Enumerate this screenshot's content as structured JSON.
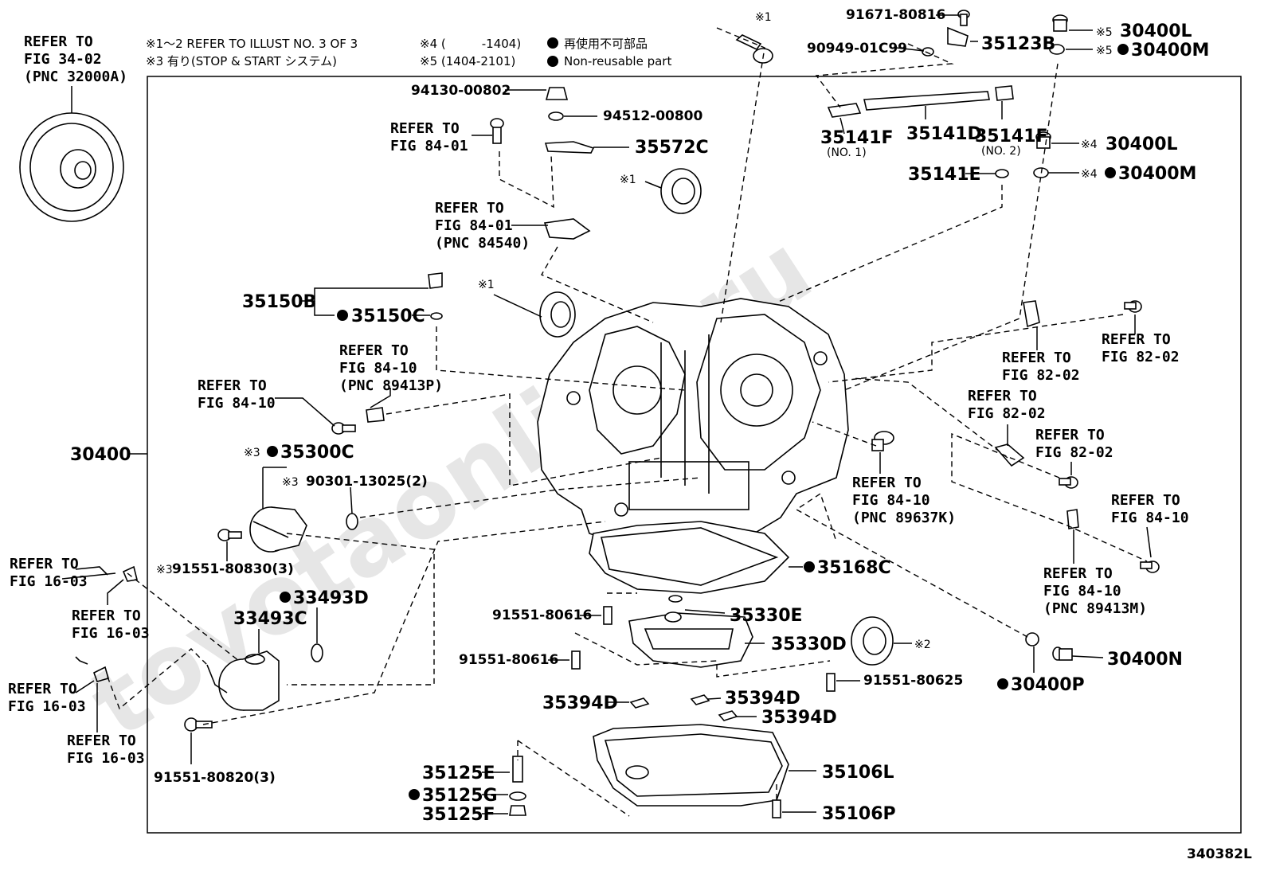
{
  "header": {
    "refer_to_top_left": [
      "REFER TO",
      "FIG 34-02",
      "(PNC 32000A)"
    ],
    "note1": "※1～2 REFER TO ILLUST NO. 3 OF 3",
    "note3": "※3 有り(STOP & START システム)",
    "note4": "※4 (　　　-1404)",
    "note5": "※5 (1404-2101)",
    "legend_jp": "再使用不可部品",
    "legend_en": "Non-reusable part"
  },
  "watermark": "toyotaonline.ru",
  "figure_id": "340382L",
  "parts": {
    "p30400": "30400",
    "p91671": "91671-80816",
    "p90949": "90949-01C99",
    "p35123B": "35123B",
    "p30400L_a": "30400L",
    "p30400M_a": "30400M",
    "p30400L_b": "30400L",
    "p30400M_b": "30400M",
    "p94130": "94130-00802",
    "p94512": "94512-00800",
    "p35572C": "35572C",
    "p35141F1": "35141F",
    "p35141F1_sub": "(NO. 1)",
    "p35141D": "35141D",
    "p35141F2": "35141F",
    "p35141F2_sub": "(NO. 2)",
    "p35141E": "35141E",
    "p35150B": "35150B",
    "p35150C": "35150C",
    "p35300C": "35300C",
    "p90301": "90301-13025(2)",
    "p91551_830": "91551-80830(3)",
    "p33493D": "33493D",
    "p33493C": "33493C",
    "p91551_820": "91551-80820(3)",
    "p35168C": "35168C",
    "p91551_616a": "91551-80616",
    "p91551_616b": "91551-80616",
    "p35330E": "35330E",
    "p35330D": "35330D",
    "p91551_625": "91551-80625",
    "p35394D_a": "35394D",
    "p35394D_b": "35394D",
    "p35394D_c": "35394D",
    "p35125E": "35125E",
    "p35125G": "35125G",
    "p35125F": "35125F",
    "p35106L": "35106L",
    "p35106P": "35106P",
    "p30400N": "30400N",
    "p30400P": "30400P"
  },
  "marks": {
    "m1": "※1",
    "m2": "※2",
    "m3": "※3",
    "m4": "※4",
    "m5": "※5"
  },
  "refs": {
    "fig84_01_a": [
      "REFER TO",
      "FIG 84-01"
    ],
    "fig84_01_b": [
      "REFER TO",
      "FIG 84-01",
      "(PNC 84540)"
    ],
    "fig84_10_a": [
      "REFER TO",
      "FIG 84-10",
      "(PNC 89413P)"
    ],
    "fig84_10_b": [
      "REFER TO",
      "FIG 84-10"
    ],
    "fig82_02_a": [
      "REFER TO",
      "FIG 82-02"
    ],
    "fig82_02_b": [
      "REFER TO",
      "FIG 82-02"
    ],
    "fig82_02_c": [
      "REFER TO",
      "FIG 82-02"
    ],
    "fig82_02_d": [
      "REFER TO",
      "FIG 82-02"
    ],
    "fig84_10_c": [
      "REFER TO",
      "FIG 84-10",
      "(PNC 89637K)"
    ],
    "fig84_10_d": [
      "REFER TO",
      "FIG 84-10"
    ],
    "fig84_10_e": [
      "REFER TO",
      "FIG 84-10",
      "(PNC 89413M)"
    ],
    "fig16_03_a": [
      "REFER TO",
      "FIG 16-03"
    ],
    "fig16_03_b": [
      "REFER TO",
      "FIG 16-03"
    ],
    "fig16_03_c": [
      "REFER TO",
      "FIG 16-03"
    ],
    "fig16_03_d": [
      "REFER TO",
      "FIG 16-03"
    ]
  }
}
